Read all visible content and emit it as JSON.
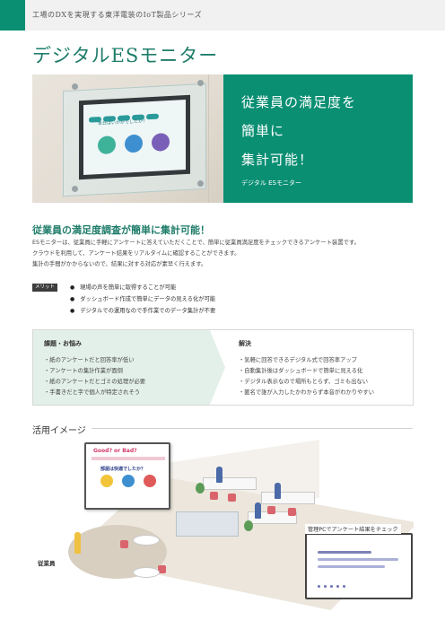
{
  "header": {
    "series": "工場のDXを実現する東洋電装のIoT製品シリーズ"
  },
  "title": "デジタルESモニター",
  "hero": {
    "catch_lines": [
      "従業員の満足度を",
      "簡単に",
      "集計可能！"
    ],
    "product_name": "デジタル ESモニター",
    "screen_question": "本日はいかがでしたか？"
  },
  "section": {
    "heading": "従業員の満足度調査が簡単に集計可能！",
    "lines": [
      "ESモニターは、従業員に手軽にアンケートに答えていただくことで、簡単に従業員満足度をチェックできるアンケート装置です。",
      "クラウドを利用して、アンケート結果をリアルタイムに確認することができます。",
      "集計の手間がかからないので、結果に対する対応が素早く行えます。"
    ]
  },
  "merit": {
    "badge": "メリット",
    "items": [
      "現場の声を簡単に取得することが可能",
      "ダッシュボード作成で簡単にデータの見える化が可能",
      "デジタルでの運用なので手作業でのデータ集計が不要"
    ]
  },
  "issues": {
    "label": "課題・お悩み",
    "items": [
      "・紙のアンケートだと回答率が低い",
      "・アンケートの集計作業が面倒",
      "・紙のアンケートだとゴミの処理が必要",
      "・手書きだと字で個人が特定されそう"
    ]
  },
  "solutions": {
    "label": "解決",
    "items": [
      "・気軽に回答できるデジタル式で回答率アップ",
      "・自動集計後はダッシュボードで簡単に見える化",
      "・デジタル表示なので場所もとらず、ゴミも出ない",
      "・匿名で誰が入力したかわからず本音がわかりやすい"
    ]
  },
  "usage": {
    "title": "活用イメージ",
    "kiosk_title": "Good? or Bad?",
    "kiosk_question": "部屋は快適でしたか？",
    "caption_management": "管理PCでアンケート結果をチェック",
    "caption_employee": "従業員"
  },
  "colors": {
    "brand_green": "#0a8f73",
    "face_green": "#3fb29a",
    "face_blue": "#3d8fd0",
    "face_purple": "#7a5fb8",
    "face_yellow": "#f2c43a",
    "face_red": "#e05a5a"
  }
}
